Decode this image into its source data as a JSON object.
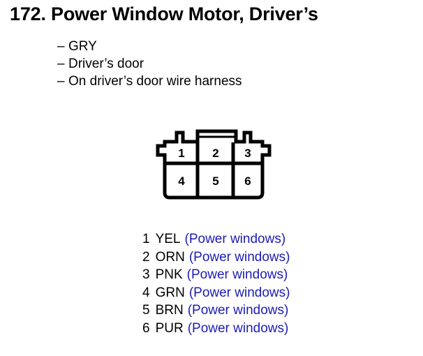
{
  "page": {
    "item_number": "172.",
    "title": "172. Power Window Motor, Driver’s",
    "background_color": "#ffffff",
    "text_color": "#000000",
    "accent_color": "#1c1cb4"
  },
  "attributes": [
    {
      "dash": "–",
      "text": "GRY"
    },
    {
      "dash": "–",
      "text": "Driver’s door"
    },
    {
      "dash": "–",
      "text": "On driver’s door wire harness"
    }
  ],
  "connector": {
    "name": "6-pin connector",
    "pin_count": 6,
    "rows": 2,
    "columns": 3,
    "cavity_labels": [
      [
        "1",
        "2",
        "3"
      ],
      [
        "4",
        "5",
        "6"
      ]
    ],
    "outline_color": "#000000",
    "fill_color": "#ffffff"
  },
  "pins": [
    {
      "number": "1",
      "color_code": "YEL",
      "description": "(Power windows)"
    },
    {
      "number": "2",
      "color_code": "ORN",
      "description": "(Power windows)"
    },
    {
      "number": "3",
      "color_code": "PNK",
      "description": "(Power windows)"
    },
    {
      "number": "4",
      "color_code": "GRN",
      "description": "(Power windows)"
    },
    {
      "number": "5",
      "color_code": "BRN",
      "description": "(Power windows)"
    },
    {
      "number": "6",
      "color_code": "PUR",
      "description": "(Power windows)"
    }
  ]
}
